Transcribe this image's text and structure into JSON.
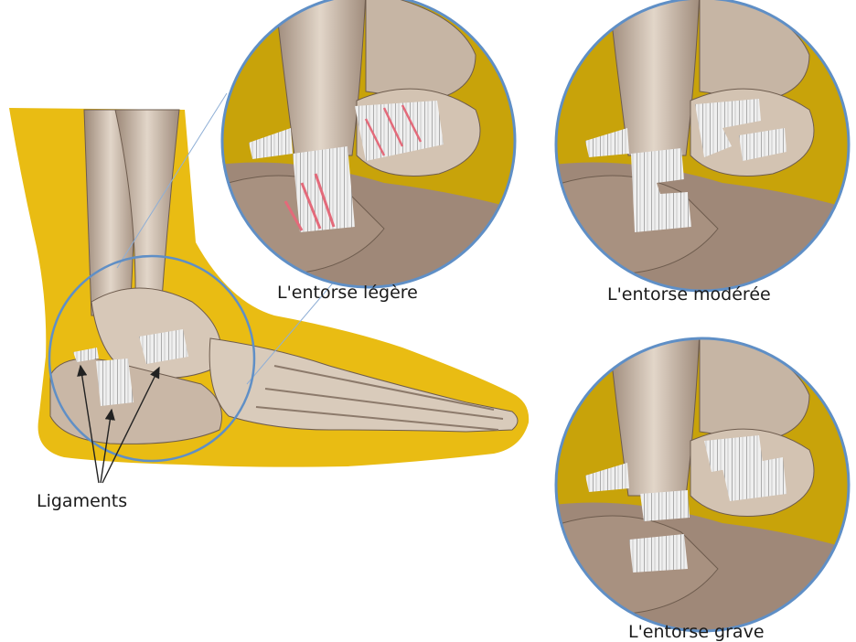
{
  "colors": {
    "skin": "#E9BC13",
    "bone": "#D9CBBB",
    "bone_shadow": "#8C7A6B",
    "ligament": "#F2F2F2",
    "strain": "#E36A7A",
    "circle_outline": "#5F8FC6",
    "zoom_background": "#C8A30A"
  },
  "labels": {
    "ligaments": "Ligaments",
    "mild": "L'entorse légère",
    "moderate": "L'entorse modérée",
    "severe": "L'entorse grave"
  },
  "icons": [
    "arrow-pointer-icon"
  ]
}
